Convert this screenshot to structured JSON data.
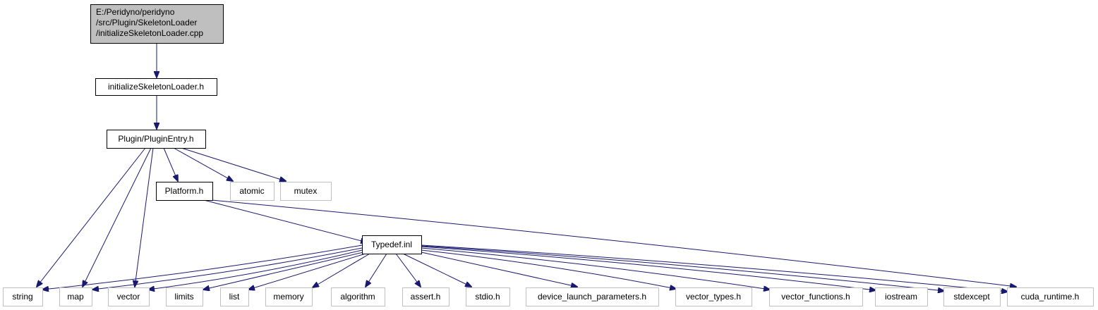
{
  "nodes": [
    {
      "id": "root",
      "kind": "root",
      "lines": [
        "E:/Peridyno/peridyno",
        "/src/Plugin/SkeletonLoader",
        "/initializeSkeletonLoader.cpp"
      ]
    },
    {
      "id": "init_h",
      "kind": "box",
      "lines": [
        "initializeSkeletonLoader.h"
      ]
    },
    {
      "id": "plugin_entry",
      "kind": "box",
      "lines": [
        "Plugin/PluginEntry.h"
      ]
    },
    {
      "id": "platform",
      "kind": "box",
      "lines": [
        "Platform.h"
      ]
    },
    {
      "id": "atomic",
      "kind": "ext",
      "lines": [
        "atomic"
      ]
    },
    {
      "id": "mutex",
      "kind": "ext",
      "lines": [
        "mutex"
      ]
    },
    {
      "id": "typedef",
      "kind": "box",
      "lines": [
        "Typedef.inl"
      ]
    },
    {
      "id": "string",
      "kind": "ext",
      "lines": [
        "string"
      ]
    },
    {
      "id": "map",
      "kind": "ext",
      "lines": [
        "map"
      ]
    },
    {
      "id": "vector",
      "kind": "ext",
      "lines": [
        "vector"
      ]
    },
    {
      "id": "limits",
      "kind": "ext",
      "lines": [
        "limits"
      ]
    },
    {
      "id": "list",
      "kind": "ext",
      "lines": [
        "list"
      ]
    },
    {
      "id": "memory",
      "kind": "ext",
      "lines": [
        "memory"
      ]
    },
    {
      "id": "algorithm",
      "kind": "ext",
      "lines": [
        "algorithm"
      ]
    },
    {
      "id": "assert",
      "kind": "ext",
      "lines": [
        "assert.h"
      ]
    },
    {
      "id": "stdio",
      "kind": "ext",
      "lines": [
        "stdio.h"
      ]
    },
    {
      "id": "dlp",
      "kind": "ext",
      "lines": [
        "device_launch_parameters.h"
      ]
    },
    {
      "id": "vtypes",
      "kind": "ext",
      "lines": [
        "vector_types.h"
      ]
    },
    {
      "id": "vfuncs",
      "kind": "ext",
      "lines": [
        "vector_functions.h"
      ]
    },
    {
      "id": "iostream",
      "kind": "ext",
      "lines": [
        "iostream"
      ]
    },
    {
      "id": "stdexcept",
      "kind": "ext",
      "lines": [
        "stdexcept"
      ]
    },
    {
      "id": "cuda",
      "kind": "ext",
      "lines": [
        "cuda_runtime.h"
      ]
    }
  ],
  "edges": [
    [
      "root",
      "init_h"
    ],
    [
      "init_h",
      "plugin_entry"
    ],
    [
      "plugin_entry",
      "platform"
    ],
    [
      "plugin_entry",
      "atomic"
    ],
    [
      "plugin_entry",
      "mutex"
    ],
    [
      "plugin_entry",
      "string"
    ],
    [
      "plugin_entry",
      "map"
    ],
    [
      "plugin_entry",
      "vector"
    ],
    [
      "platform",
      "typedef"
    ],
    [
      "platform",
      "cuda"
    ],
    [
      "typedef",
      "string"
    ],
    [
      "typedef",
      "map"
    ],
    [
      "typedef",
      "vector"
    ],
    [
      "typedef",
      "limits"
    ],
    [
      "typedef",
      "list"
    ],
    [
      "typedef",
      "memory"
    ],
    [
      "typedef",
      "algorithm"
    ],
    [
      "typedef",
      "assert"
    ],
    [
      "typedef",
      "stdio"
    ],
    [
      "typedef",
      "dlp"
    ],
    [
      "typedef",
      "vtypes"
    ],
    [
      "typedef",
      "vfuncs"
    ],
    [
      "typedef",
      "iostream"
    ],
    [
      "typedef",
      "stdexcept"
    ],
    [
      "typedef",
      "cuda"
    ]
  ],
  "colors": {
    "edge": "#191970",
    "root_fill": "#bfbfbf",
    "ext_border": "#bfbfbf",
    "box_border": "#000000"
  }
}
